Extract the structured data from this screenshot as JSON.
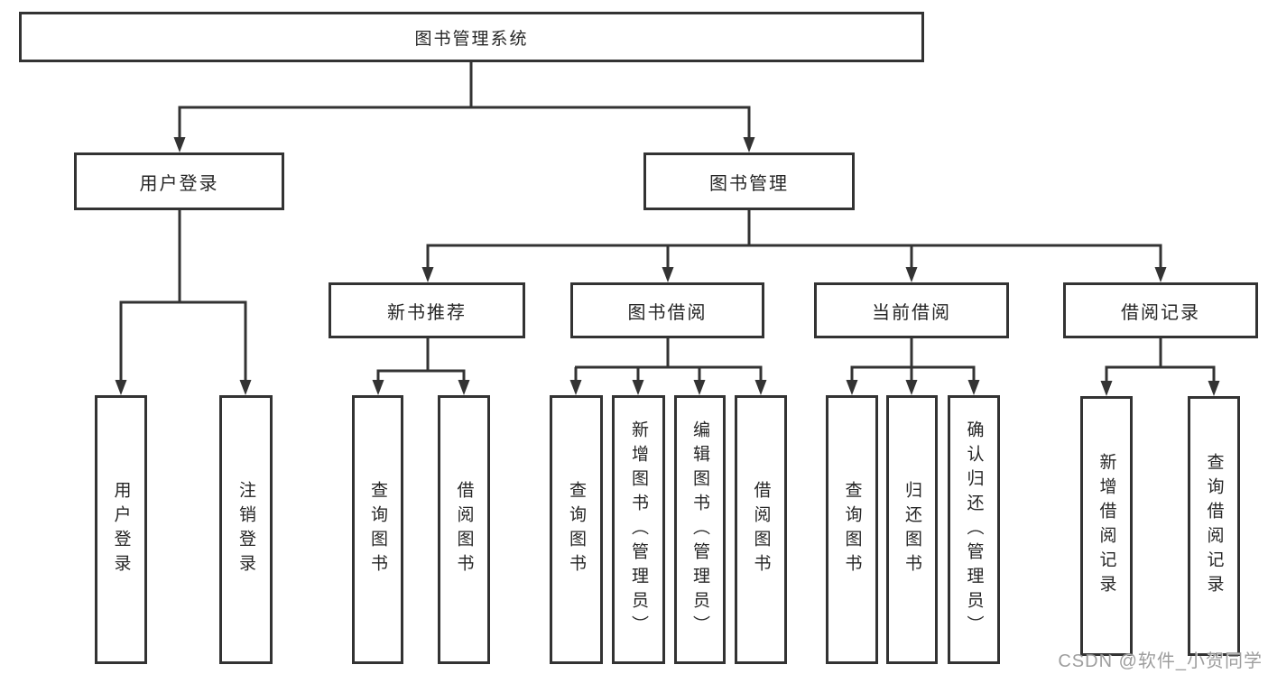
{
  "diagram": {
    "root": "图书管理系统",
    "level1": {
      "user_login": "用户登录",
      "book_management": "图书管理"
    },
    "level2": {
      "new_book_recommend": "新书推荐",
      "book_borrow": "图书借阅",
      "current_borrow": "当前借阅",
      "borrow_record": "借阅记录"
    },
    "leaves": {
      "user_login_children": [
        "用户登录",
        "注销登录"
      ],
      "new_book_children": [
        "查询图书",
        "借阅图书"
      ],
      "book_borrow_children": [
        "查询图书",
        "新增图书（管理员）",
        "编辑图书（管理员）",
        "借阅图书"
      ],
      "current_borrow_children": [
        "查询图书",
        "归还图书",
        "确认归还（管理员）"
      ],
      "borrow_record_children": [
        "新增借阅记录",
        "查询借阅记录"
      ]
    }
  },
  "watermark": "CSDN @软件_小贺同学",
  "colors": {
    "line": "#333333",
    "text": "#262626",
    "watermark": "#949494",
    "background": "#ffffff"
  }
}
